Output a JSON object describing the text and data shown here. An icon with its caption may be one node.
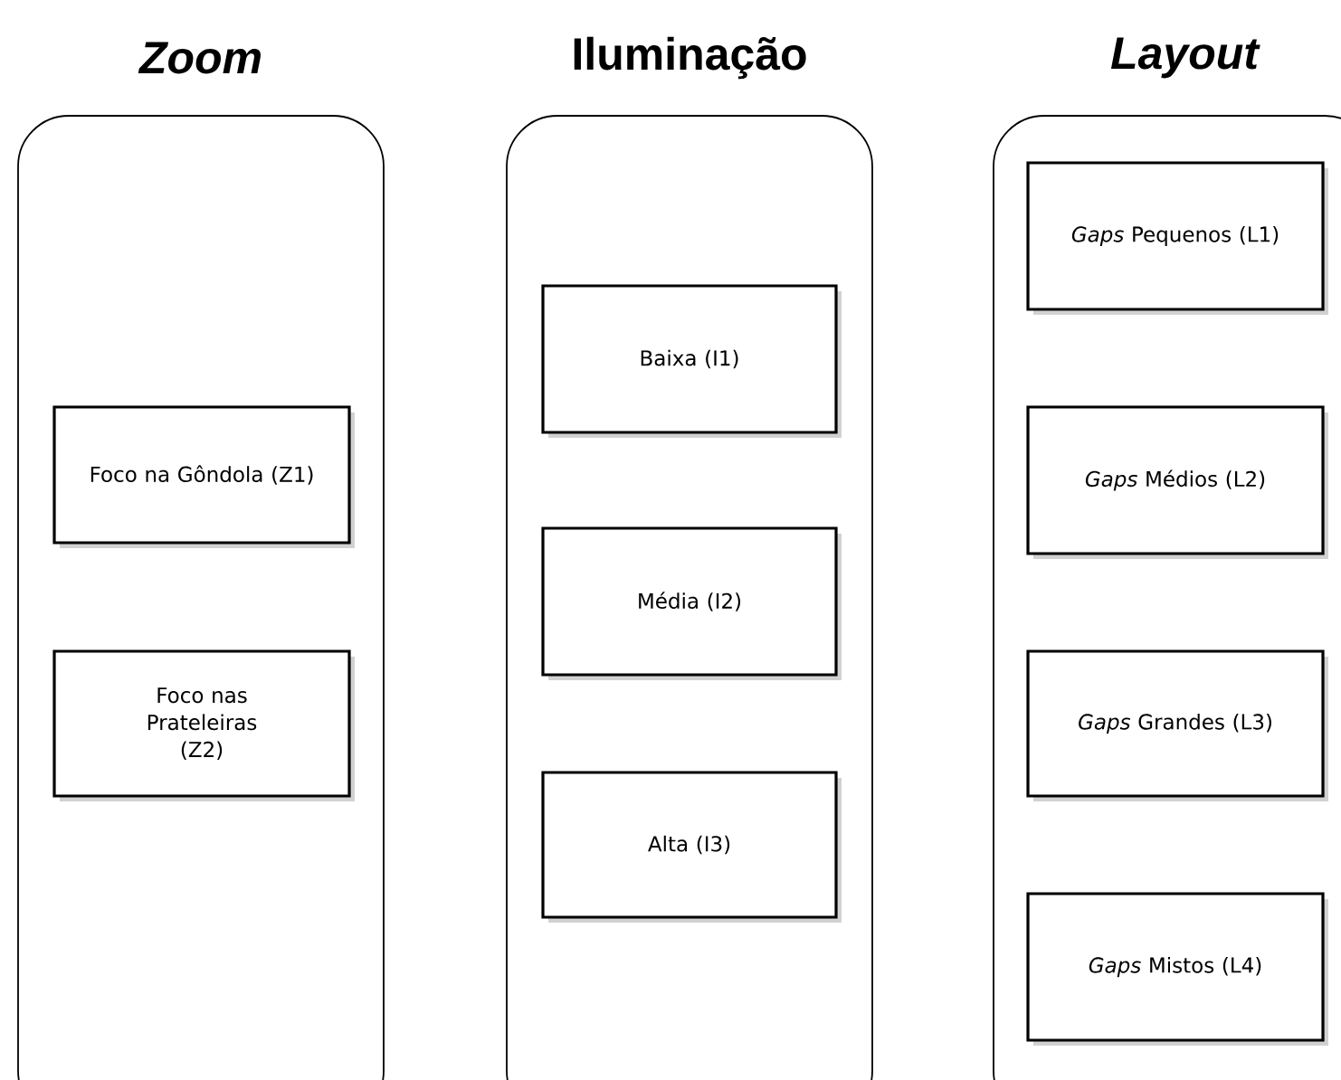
{
  "diagram": {
    "nodes": [
      {
        "text": [
          "Zoom"
        ]
      },
      {
        "text": [
          "Foco na Gôndola (Z1)"
        ],
        "in": 0
      },
      {
        "text": [
          "Foco nas Prateleiras (Z2)"
        ],
        "in": 0
      },
      {
        "text": [
          "Iluminação"
        ]
      },
      {
        "text": [
          "Baixa (I1)"
        ],
        "in": 3
      },
      {
        "text": [
          "Média (I2)"
        ],
        "in": 3
      },
      {
        "text": [
          "Alta (I3)"
        ],
        "in": 3
      },
      {
        "text": [
          "Layout"
        ]
      },
      {
        "text": [
          "*Gaps* Pequenos (L1)"
        ],
        "in": 7
      },
      {
        "text": [
          "*Gaps* Médios (L2)"
        ],
        "in": 7
      },
      {
        "text": [
          "*Gaps* Grandes (L3)"
        ],
        "in": 7
      },
      {
        "text": [
          "*Gaps* Mistos (L4)"
        ],
        "in": 7
      }
    ]
  }
}
